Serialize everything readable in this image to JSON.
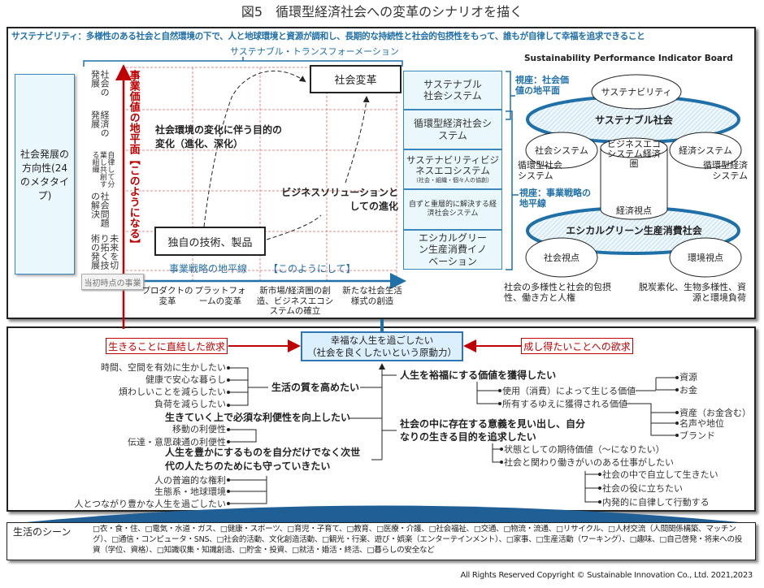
{
  "title": "図5　循環型経済社会への変革のシナリオを描く",
  "top": {
    "headline": "サステナビリティ：多様性のある社会と自然環境の下で、人と地球環境と資源が調和し、長期的な持続性と社会的包摂性をもって、誰もが自律して幸福を追求できること",
    "transformation": "サステナブル・トランスフォーメーション",
    "left_box": "社会発展の方向性(24のメタタイプ)",
    "vertical_labels": [
      "社会の発展",
      "経済の発展",
      "自律して分業し共創する組織",
      "社会問題の解決",
      "未来を切り拓く技術の発展"
    ],
    "y_axis_label": "事業価値の地平面【このようになる】",
    "x_axis_label": "事業戦略の地平線",
    "x_axis_label2": "【このようにして】",
    "origin_label": "当初時点の事業",
    "x_ticks": [
      "プロダクトの変革",
      "プラットフォームの変革",
      "新市場/経済圏の創造、ビジネスエコシステムの確立",
      "新たな社会生活様式の創造"
    ],
    "goal_box": "社会変革",
    "start_box": "独自の技術、製品",
    "note_purpose": "社会環境の変化に伴う目的の変化（進化、深化）",
    "note_solution": "ビジネスソリューションとしての進化",
    "column": [
      {
        "label": "サステナブル社会システム"
      },
      {
        "label": "循環型経済社会システム"
      },
      {
        "label": "サステナビリティビジネスエコシステム",
        "sub": "（社会・組織・個々人の協創）"
      },
      {
        "label": "自ずと重層的に解決する経済社会システム"
      },
      {
        "label": "エシカルグリーン生産消費イノベーション"
      }
    ],
    "board": {
      "title": "Sustainability Performance Indicator Board",
      "view_social": "視座：社会価値の地平面",
      "view_business": "視座：事業戦略の地平線",
      "sustainability": "サステナビリティ",
      "sustainable_society": "サステナブル社会",
      "social_system": "社会システム",
      "economic_system": "経済システム",
      "ecosystem": "ビジネスエコシステム経済圏",
      "economic_view": "経済視点",
      "circular_social": "循環型社会システム",
      "circular_economic": "循環型経済システム",
      "ethical": "エシカルグリーン生産消費社会",
      "social_view": "社会視点",
      "env_view": "環境視点",
      "social_note": "社会の多様性と社会的包摂性、働き方と人権",
      "env_note": "脱炭素化、生物多様性、資源と環境負荷"
    }
  },
  "bottom": {
    "center": "幸福な人生を過ごしたい",
    "center_sub": "（社会を良くしたいという原動力）",
    "left_need": "生きることに直結した欲求",
    "right_need": "成し得たいことへの欲求",
    "quality": "生活の質を高めたい",
    "quality_items": [
      "時間、空間を有効に生かしたい",
      "健康で安心な暮らし",
      "煩わしいことを減らしたい",
      "負荷を減らしたい"
    ],
    "convenience": "生きていく上で必須な利便性を向上したい",
    "convenience_items": [
      "移動の利便性",
      "伝達・意思疎通の利便性"
    ],
    "protect": "人生を豊かにするものを自分だけでなく次世代の人たちのためにも守っていきたい",
    "protect_items": [
      "人の普遍的な権利",
      "生態系・地球環境",
      "人とつながり豊かな人生を過ごしたい"
    ],
    "wealth": "人生を裕福にする価値を獲得したい",
    "use_value": "使用（消費）によって生じる価値",
    "use_items": [
      "資源",
      "お金"
    ],
    "own_value": "所有するゆえに獲得される価値",
    "own_items": [
      "資産（お金含む）",
      "名声や地位",
      "ブランド"
    ],
    "meaning": "社会の中に存在する意義を見い出し、自分なりの生きる目的を追求したい",
    "meaning_items": [
      "状態としての期待価値（～になりたい）",
      "社会と関わり働きがいのある仕事がしたい"
    ],
    "work_items": [
      "社会の中で自立して生きたい",
      "社会の役に立ちたい",
      "内発的に自律して行動する"
    ]
  },
  "scenes": {
    "label": "生活のシーン",
    "text": "□衣・食・住、□電気・水道・ガス、□健康・スポーツ、□育児・子育て、□教育、□医療・介護、□社会福祉、□交通、□物流・流通、□リサイクル、□人材交流（人間関係構築、マッチング）、□通信・コンピュータ・SNS、□社会的活動、文化創造活動、□観光・行楽、遊び・娯楽（エンターテインメント）、□家事、□生産活動（ワーキング）、□趣味、□自己啓発・将来への投資（学位、資格）、□知識収集・知識創造、□貯金・投資、□就活・婚活・終活、□暮らしの安全など"
  },
  "copyright": "All Rights Reserved Copyright © Sustainable Innovation Co., Ltd.  2021,2023",
  "colors": {
    "accent_blue": "#1f6fa8",
    "red": "#c00000",
    "box_fill": "#eaf7fc"
  }
}
